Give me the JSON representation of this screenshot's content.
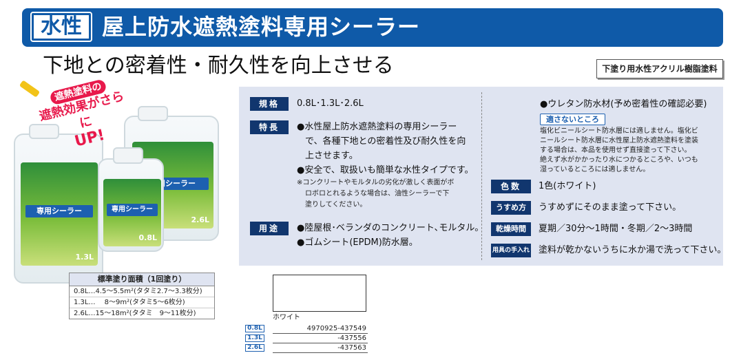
{
  "header": {
    "tag": "水性",
    "title": "屋上防水遮熱塗料専用シーラー"
  },
  "subtitle": "下地との密着性・耐久性を向上させる",
  "resin_badge": "下塗り用水性アクリル樹脂塗料",
  "promo": {
    "line1": "遮熱塗料の",
    "line2": "遮熱効果がさらに",
    "line3": "UP!"
  },
  "product": {
    "label_text": "専用シーラー",
    "volumes": [
      "1.3L",
      "2.6L",
      "0.8L"
    ]
  },
  "specs": {
    "spec": {
      "label": "規格",
      "value": "0.8L･1.3L･2.6L"
    },
    "features": {
      "label": "特長",
      "lines": [
        "●水性屋上防水遮熱塗料の専用シーラー",
        "で、各種下地との密着性及び耐久性を向",
        "上させます。",
        "●安全で、取扱いも簡単な水性タイプです。"
      ],
      "notes": [
        "※コンクリートやモルタルの劣化が激しく表面がボ",
        "ロボロとれるような場合は、油性シーラーで下",
        "塗りしてください。"
      ]
    },
    "uses": {
      "label": "用途",
      "lines": [
        "●陸屋根･ベランダのコンクリート､モルタル｡",
        "●ゴムシート(EPDM)防水層。"
      ]
    },
    "urethane": "●ウレタン防水材(予め密着性の確認必要)",
    "unsuitable": {
      "label": "適さないところ",
      "lines": [
        "塩化ビニールシート防水層には適しません。塩化ビ",
        "ニールシート防水層に水性屋上防水遮熱塗料を塗装",
        "する場合は、本品を使用せず直接塗って下さい。",
        "絶えず水がかかったり水につかるところや、いつも",
        "湿っているところには適しません。"
      ]
    },
    "color": {
      "label": "色数",
      "value": "1色(ホワイト)"
    },
    "thinning": {
      "label": "うすめ方",
      "value": "うすめずにそのまま塗って下さい。"
    },
    "drying": {
      "label": "乾燥時間",
      "value": "夏期／30分～1時間・冬期／2～3時間"
    },
    "cleaning": {
      "label": "用具の手入れ",
      "value": "塗料が乾かないうちに水か湯で洗って下さい。"
    }
  },
  "coverage": {
    "title": "標準塗り面積（1回塗り）",
    "rows": [
      "0.8L…4.5～5.5m²(タタミ2.7～3.3枚分)",
      "1.3L…　 8～9m²(タタミ5～6枚分)",
      "2.6L…15～18m²(タタミ　9～11枚分)"
    ]
  },
  "color_chip": {
    "name": "ホワイト",
    "hex": "#ffffff"
  },
  "jan": [
    {
      "size": "0.8L",
      "code": "4970925-437549"
    },
    {
      "size": "1.3L",
      "code": "-437556"
    },
    {
      "size": "2.6L",
      "code": "-437563"
    }
  ],
  "colors": {
    "brand_blue": "#0f5aa8",
    "tag_navy": "#11366e",
    "panel_bg": "#dfe4f1",
    "promo_red": "#e8194b"
  }
}
